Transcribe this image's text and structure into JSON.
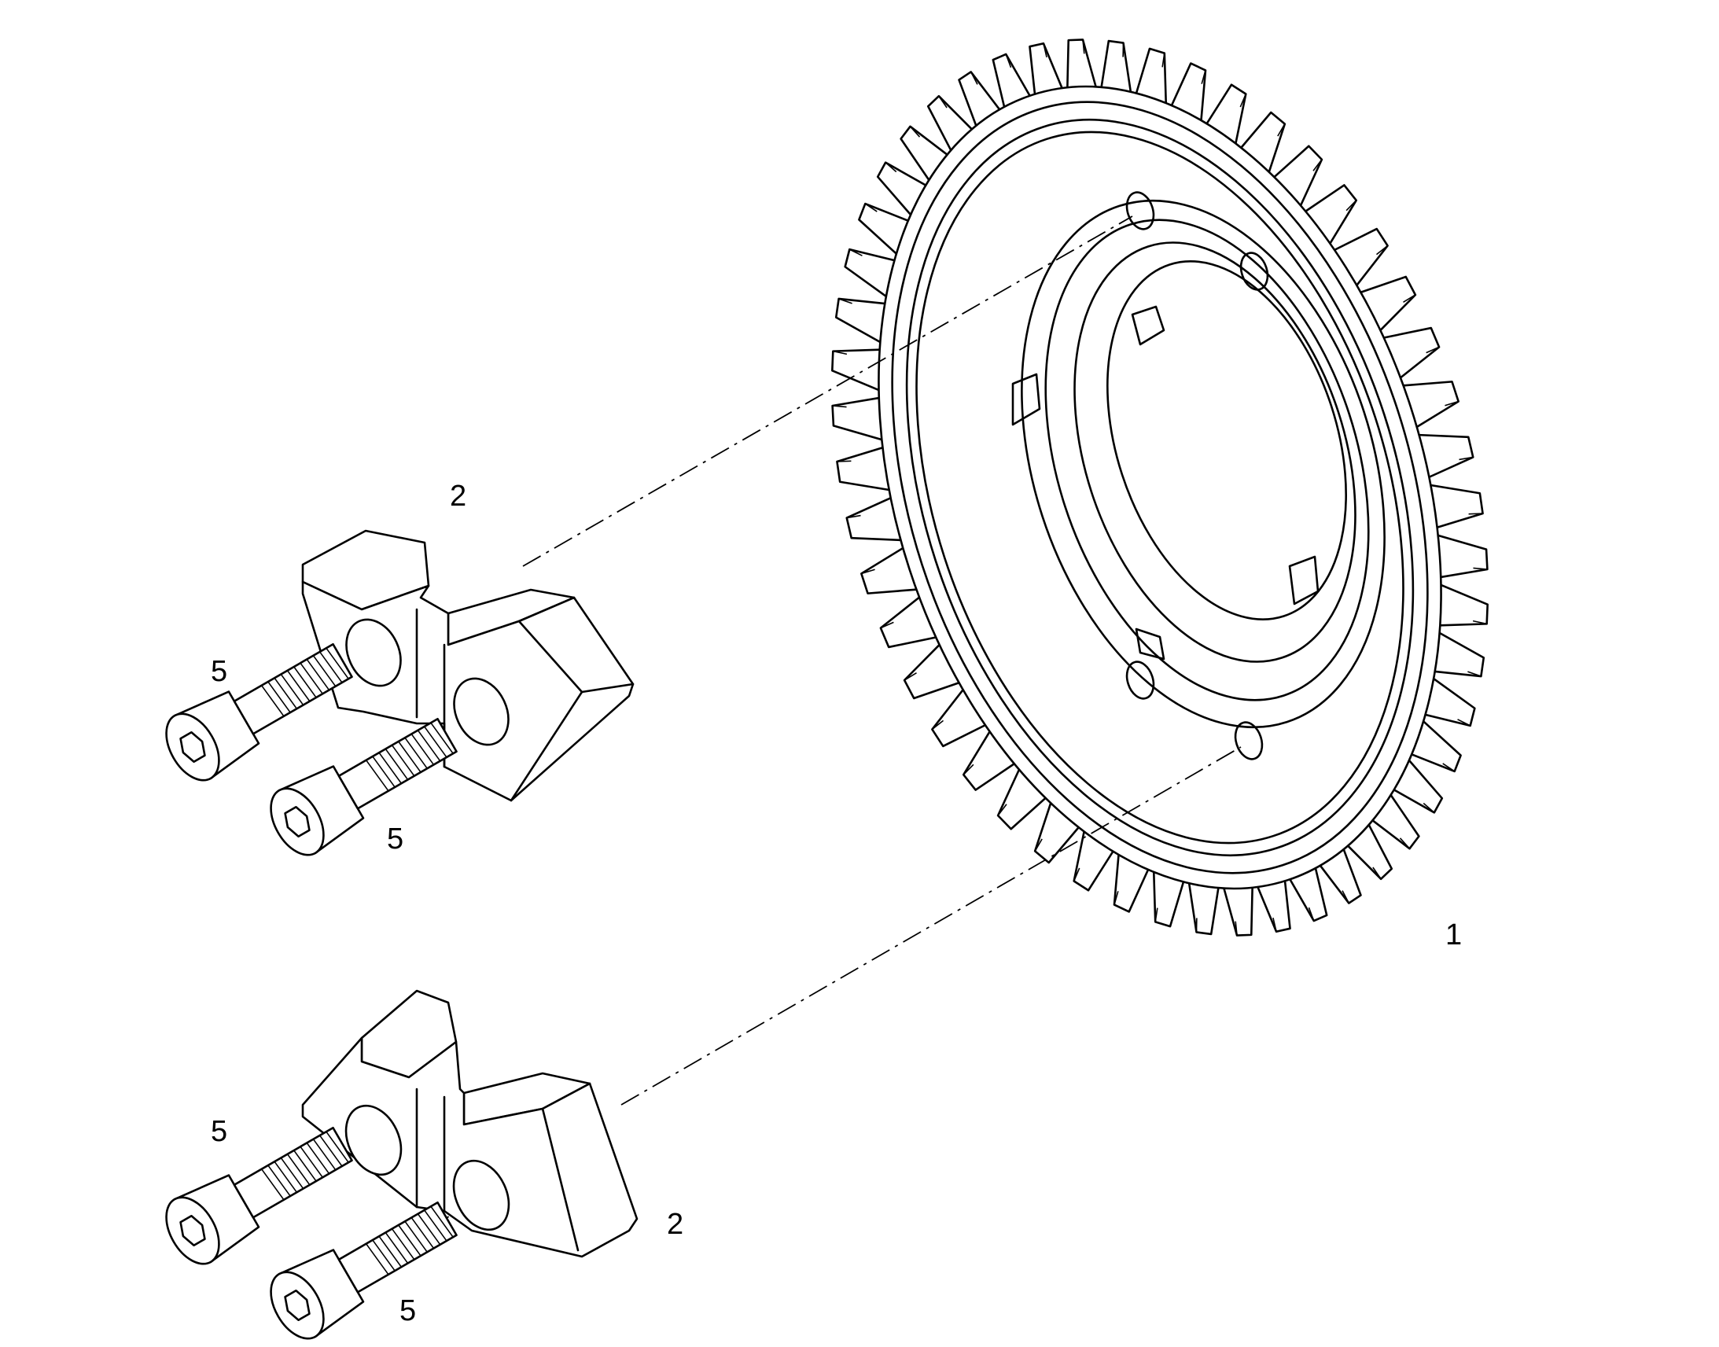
{
  "callouts": {
    "gear": "1",
    "segment_upper": "2",
    "segment_lower": "2",
    "screw_upper_a": "5",
    "screw_upper_b": "5",
    "screw_lower_a": "5",
    "screw_lower_b": "5"
  },
  "colors": {
    "line": "#000000",
    "background": "#ffffff"
  }
}
